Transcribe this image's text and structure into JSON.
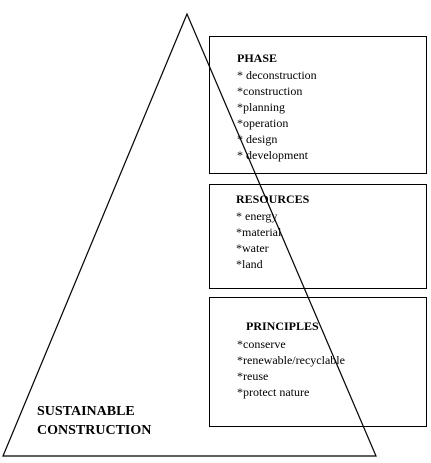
{
  "phase": {
    "title": "PHASE",
    "items": [
      "* deconstruction",
      "*construction",
      "*planning",
      "*operation",
      "* design",
      "* development"
    ]
  },
  "resources": {
    "title": "RESOURCES",
    "items": [
      "* energy",
      "*material",
      "*water",
      "*land"
    ]
  },
  "principles": {
    "title": "PRINCIPLES",
    "items": [
      "*conserve",
      "*renewable/recyclable",
      "*reuse",
      "*protect nature"
    ]
  },
  "label": {
    "line1": "SUSTAINABLE",
    "line2": "CONSTRUCTION"
  },
  "colors": {
    "stroke": "#000000",
    "background": "#ffffff"
  }
}
